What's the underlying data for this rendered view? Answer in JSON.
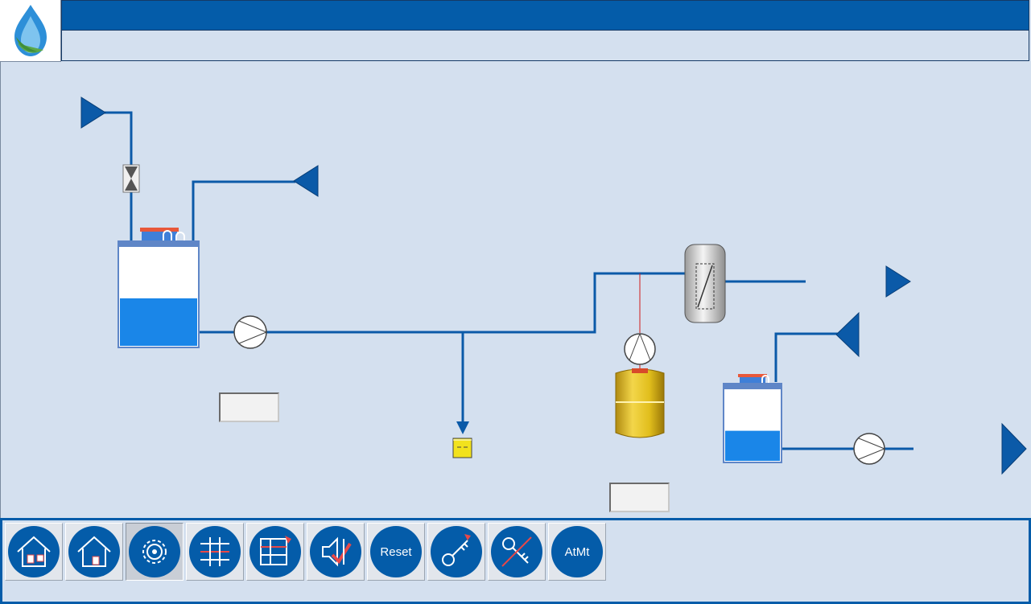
{
  "header": {
    "title": "",
    "subtitle": "",
    "logo": "water-drop-logo-icon"
  },
  "process": {
    "tank_1_level": 0.48,
    "tank_2_level": 0.42,
    "value_box_1": "",
    "value_box_2": ""
  },
  "colors": {
    "title_bar": "#045ca9",
    "background": "#d4e0ef",
    "pipe": "#0b5aa8",
    "tank_fill": "#1a86e8",
    "dosing_tank": "#e1be1c",
    "tank_lid": "#e8583a",
    "drain": "#f2e21d"
  },
  "toolbar": {
    "buttons": [
      {
        "icon": "home-overview-icon",
        "label": ""
      },
      {
        "icon": "home-icon",
        "label": ""
      },
      {
        "icon": "gear-icon",
        "label": ""
      },
      {
        "icon": "pipe-network-icon",
        "label": ""
      },
      {
        "icon": "pipe-network-edit-icon",
        "label": ""
      },
      {
        "icon": "alarm-acknowledge-icon",
        "label": ""
      },
      {
        "icon": "",
        "label": "Reset"
      },
      {
        "icon": "key-login-icon",
        "label": ""
      },
      {
        "icon": "key-logout-icon",
        "label": ""
      },
      {
        "icon": "",
        "label": "AtMt"
      }
    ]
  }
}
